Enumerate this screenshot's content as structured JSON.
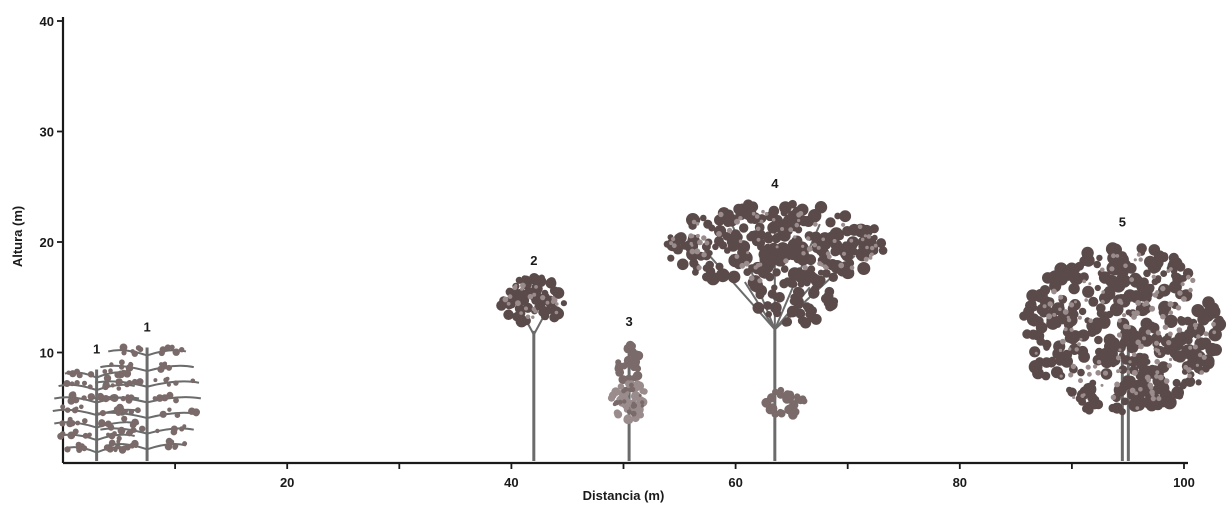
{
  "figure": {
    "x_axis": {
      "title": "Distancia (m)",
      "ticks": [
        {
          "value": 20,
          "label": "20"
        },
        {
          "value": 40,
          "label": "40"
        },
        {
          "value": 60,
          "label": "60"
        },
        {
          "value": 80,
          "label": "80"
        },
        {
          "value": 100,
          "label": "100"
        }
      ],
      "range": [
        0,
        100
      ]
    },
    "y_axis": {
      "title": "Altura (m)",
      "ticks": [
        {
          "value": 10,
          "label": "10"
        },
        {
          "value": 20,
          "label": "20"
        },
        {
          "value": 30,
          "label": "30"
        },
        {
          "value": 40,
          "label": "40"
        }
      ],
      "range": [
        0,
        40
      ]
    },
    "trees": [
      {
        "label": "1",
        "form": "shrub",
        "x": 3,
        "height": 9
      },
      {
        "label": "1",
        "form": "shrub",
        "x": 7.5,
        "height": 11
      },
      {
        "label": "2",
        "form": "umbrella",
        "x": 42,
        "height": 17
      },
      {
        "label": "3",
        "form": "narrow",
        "x": 50.5,
        "height": 11.5
      },
      {
        "label": "4",
        "form": "spreading",
        "x": 63.5,
        "height": 24
      },
      {
        "label": "5",
        "form": "dense",
        "x": 94.5,
        "height": 20.5
      }
    ]
  }
}
